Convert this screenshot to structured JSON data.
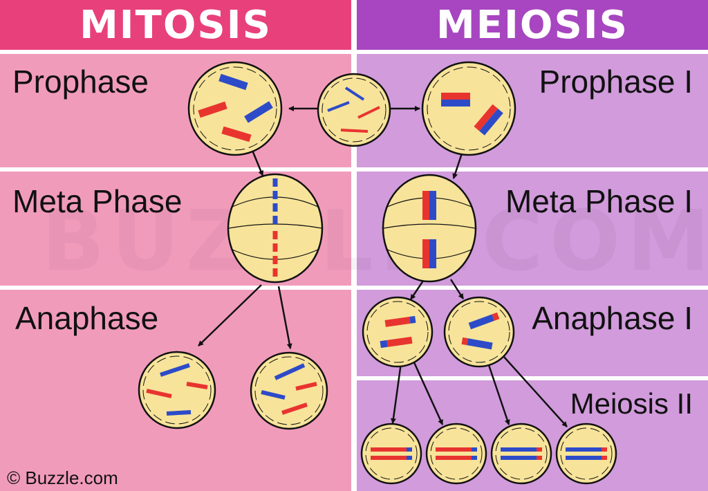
{
  "headers": {
    "mitosis": "MITOSIS",
    "meiosis": "MEIOSIS"
  },
  "mitosis_stages": {
    "prophase": "Prophase",
    "metaphase": "Meta Phase",
    "anaphase": "Anaphase"
  },
  "meiosis_stages": {
    "prophase": "Prophase I",
    "metaphase": "Meta Phase I",
    "anaphase": "Anaphase I",
    "meiosis2": "Meiosis II"
  },
  "watermark": "BUZZLE.COM",
  "credit": "© Buzzle.com",
  "colors": {
    "mitosis_header": "#e8407a",
    "meiosis_header": "#a746c0",
    "mitosis_bg": "#f19bbb",
    "meiosis_bg": "#d19bdc",
    "cell_fill": "#f7e39a",
    "chromosome_red": "#e8342f",
    "chromosome_blue": "#2d4bc8"
  }
}
